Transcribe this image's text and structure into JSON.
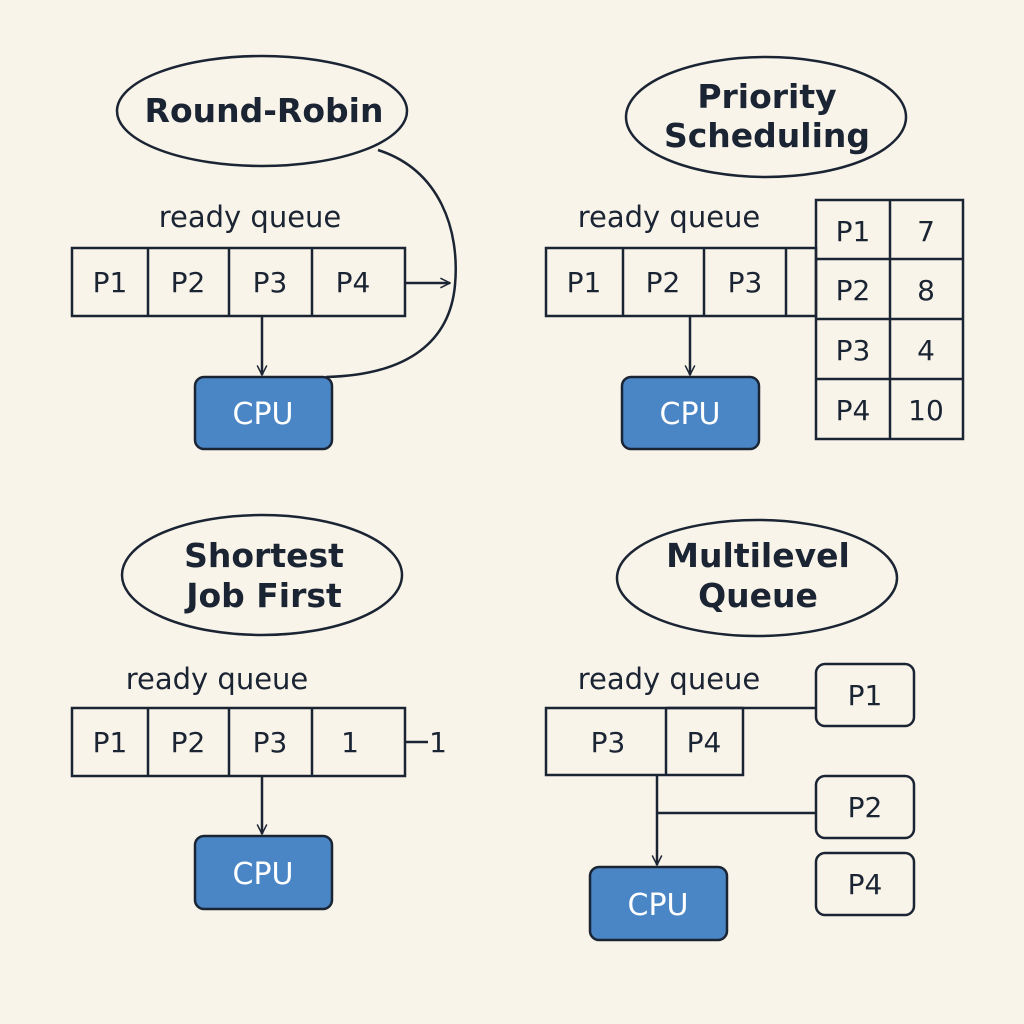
{
  "colors": {
    "background": "#f9f4ea",
    "ink": "#1a2433",
    "cpu_fill": "#4a86c6"
  },
  "round_robin": {
    "title": "Round-Robin",
    "ready_label": "ready queue",
    "queue": [
      "P1",
      "P2",
      "P3",
      "P4"
    ],
    "cpu": "CPU"
  },
  "priority": {
    "title_line1": "Priority",
    "title_line2": "Scheduling",
    "ready_label": "ready queue",
    "queue": [
      "P1",
      "P2",
      "P3"
    ],
    "cpu": "CPU",
    "table": [
      [
        "P1",
        "7"
      ],
      [
        "P2",
        "8"
      ],
      [
        "P3",
        "4"
      ],
      [
        "P4",
        "10"
      ]
    ]
  },
  "sjf": {
    "title_line1": "Shortest",
    "title_line2": "Job First",
    "ready_label": "ready queue",
    "queue": [
      "P1",
      "P2",
      "P3",
      "1"
    ],
    "side_label": "1",
    "cpu": "CPU"
  },
  "multilevel": {
    "title_line1": "Multilevel",
    "title_line2": "Queue",
    "ready_label": "ready queue",
    "queue": [
      "P3",
      "P4"
    ],
    "cpu": "CPU",
    "side_boxes": [
      "P1",
      "P2",
      "P4"
    ]
  }
}
